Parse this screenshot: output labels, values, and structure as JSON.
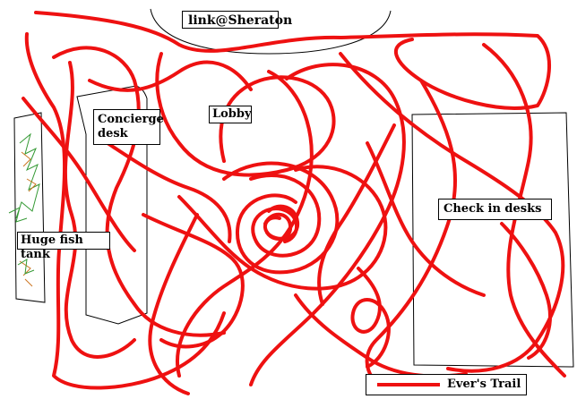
{
  "title": "link@Sheraton",
  "areas": {
    "concierge": "Concierge\ndesk",
    "lobby": "Lobby",
    "checkin": "Check in desks",
    "fishtank": "Huge fish tank"
  },
  "legend": {
    "label": "Ever's Trail"
  },
  "colors": {
    "trail": "#ee1111",
    "outline": "#000000",
    "fish": "#339933",
    "fish_accent": "#cc7722"
  }
}
